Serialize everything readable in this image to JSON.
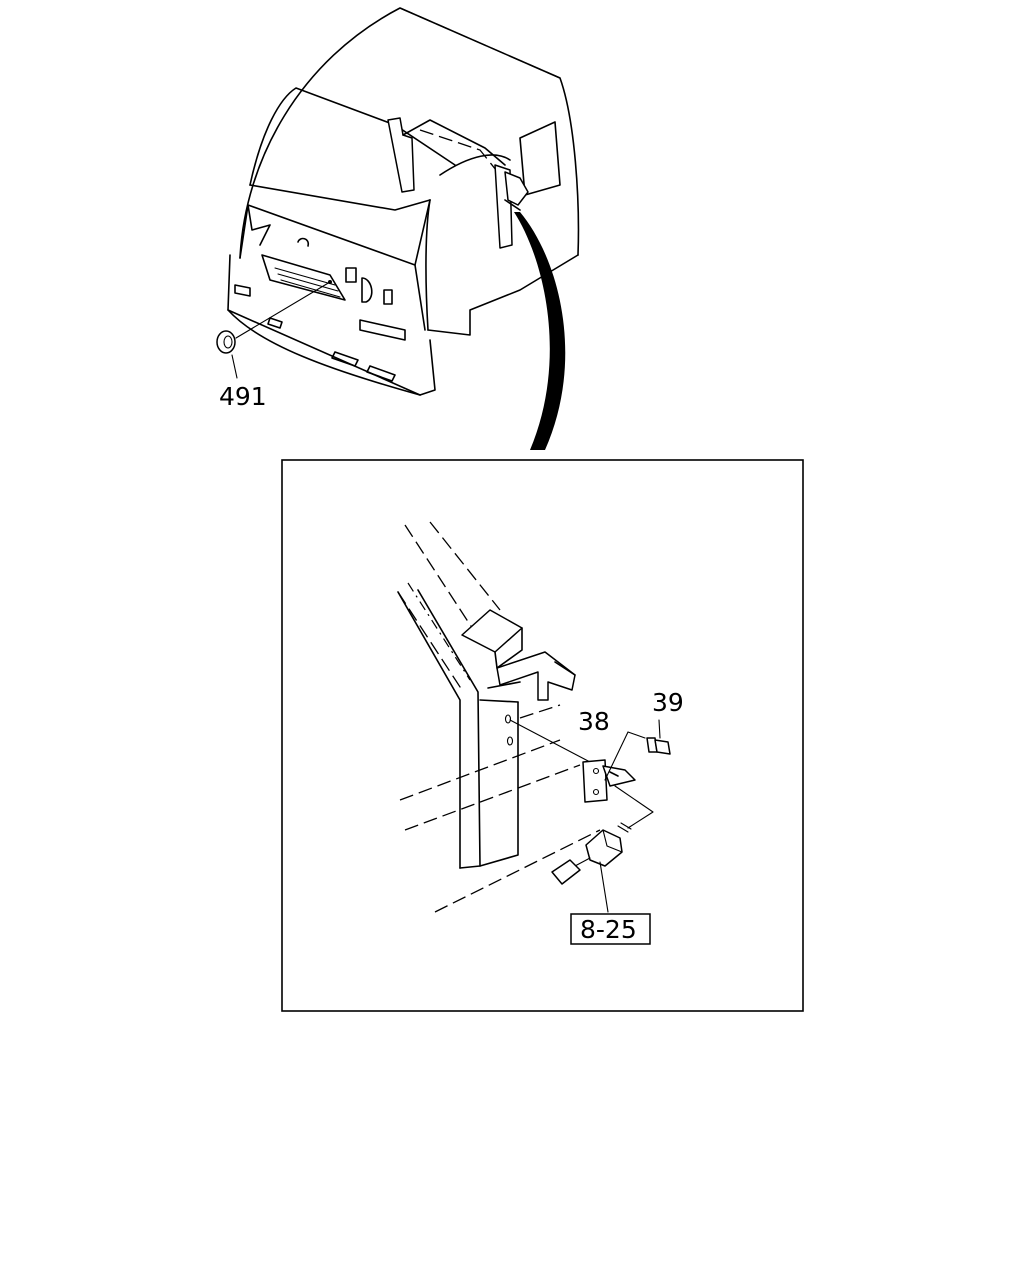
{
  "callouts": {
    "grommet": "491",
    "bolt": "39",
    "bracket": "38",
    "switch_ref": "8-25"
  }
}
